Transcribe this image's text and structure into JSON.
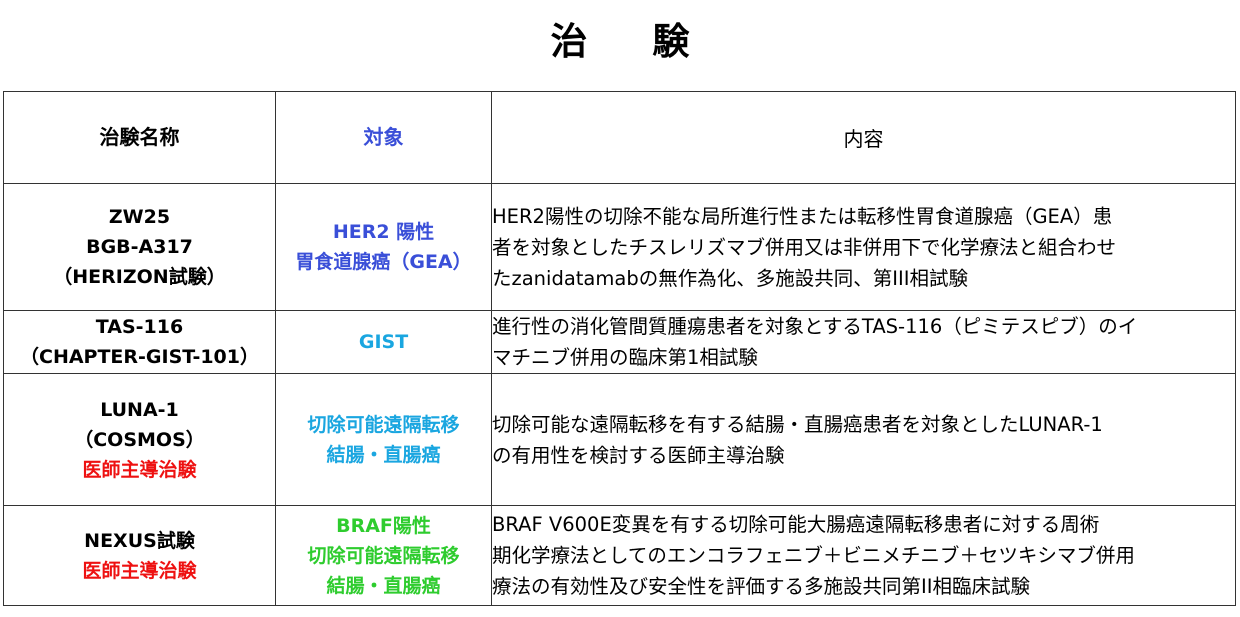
{
  "title": "治 験",
  "headers": {
    "name": "治験名称",
    "target": "対象",
    "content": "内容"
  },
  "rows": [
    {
      "name": [
        "ZW25",
        "BGB-A317",
        "（HERIZON試験）"
      ],
      "target": [
        "HER2 陽性",
        "胃食道腺癌（GEA）"
      ],
      "content": [
        "HER2陽性の切除不能な局所進行性または転移性胃食道腺癌（GEA）患",
        "者を対象としたチスレリズマブ併用又は非併用下で化学療法と組合わせ",
        "たzanidatamabの無作為化、多施設共同、第III相試験"
      ]
    },
    {
      "name": [
        "TAS-116",
        "（CHAPTER-GIST-101）"
      ],
      "target": [
        "GIST"
      ],
      "content": [
        "進行性の消化管間質腫瘍患者を対象とするTAS-116（ピミテスピブ）のイ",
        "マチニブ併用の臨床第1相試験"
      ]
    },
    {
      "name": [
        "LUNA-1",
        "（COSMOS）"
      ],
      "name_note": "医師主導治験",
      "target": [
        "切除可能遠隔転移",
        "結腸・直腸癌"
      ],
      "content": [
        "切除可能な遠隔転移を有する結腸・直腸癌患者を対象としたLUNAR-1",
        "の有用性を検討する医師主導治験"
      ]
    },
    {
      "name": [
        "NEXUS試験"
      ],
      "name_note": "医師主導治験",
      "target": [
        "BRAF陽性",
        "切除可能遠隔転移",
        "結腸・直腸癌"
      ],
      "content": [
        "BRAF V600E変異を有する切除可能大腸癌遠隔転移患者に対する周術",
        "期化学療法としてのエンコラフェニブ＋ビニメチニブ＋セツキシマブ併用",
        "療法の有効性及び安全性を評価する多施設共同第II相臨床試験"
      ]
    }
  ],
  "colors": {
    "note_red": "#ee1111",
    "target_blue": "#3a4fd8",
    "target_cyan": "#1aa6e0",
    "target_green": "#2ecc2e",
    "border": "#333333"
  }
}
